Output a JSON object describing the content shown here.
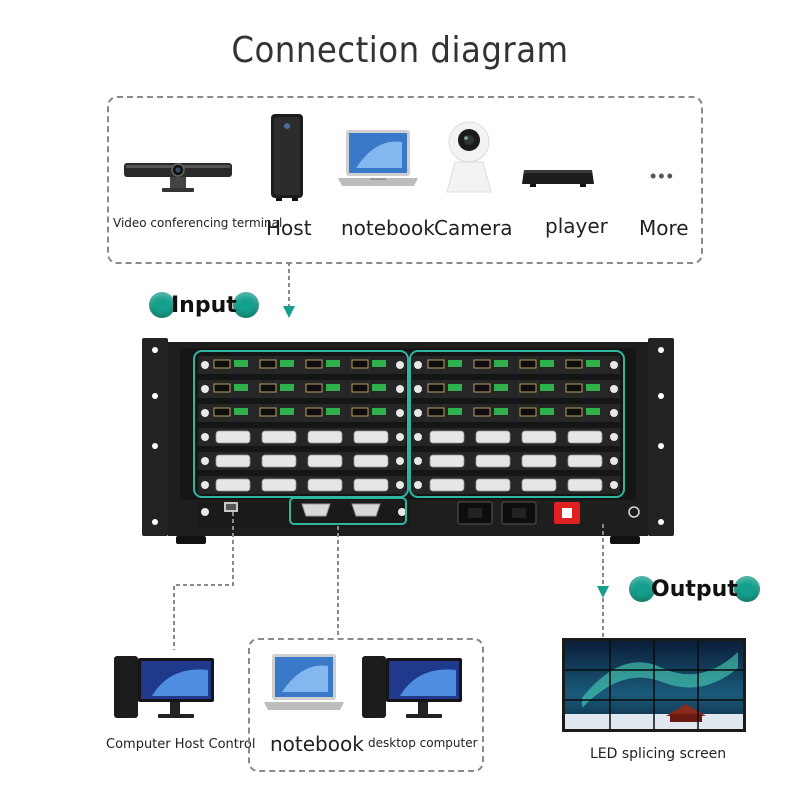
{
  "title": "Connection diagram",
  "input_devices": [
    {
      "label": "Video conferencing terminal",
      "icon": "video-conferencing-terminal-icon"
    },
    {
      "label": "Host",
      "icon": "host-tower-icon"
    },
    {
      "label": "notebook",
      "icon": "notebook-laptop-icon"
    },
    {
      "label": "Camera",
      "icon": "camera-icon"
    },
    {
      "label": "player",
      "icon": "player-icon"
    },
    {
      "label": "More",
      "icon": "more-dots-icon"
    }
  ],
  "input_label": "Input",
  "output_label": "Output",
  "control_devices": {
    "computer_host": "Computer Host Control",
    "notebook": "notebook",
    "desktop": "desktop computer"
  },
  "output_device": "LED splicing screen",
  "colors": {
    "accent": "#14a08c",
    "rack": "#1e1e1e",
    "dashed": "#8a8a8a",
    "switch": "#e02020"
  }
}
